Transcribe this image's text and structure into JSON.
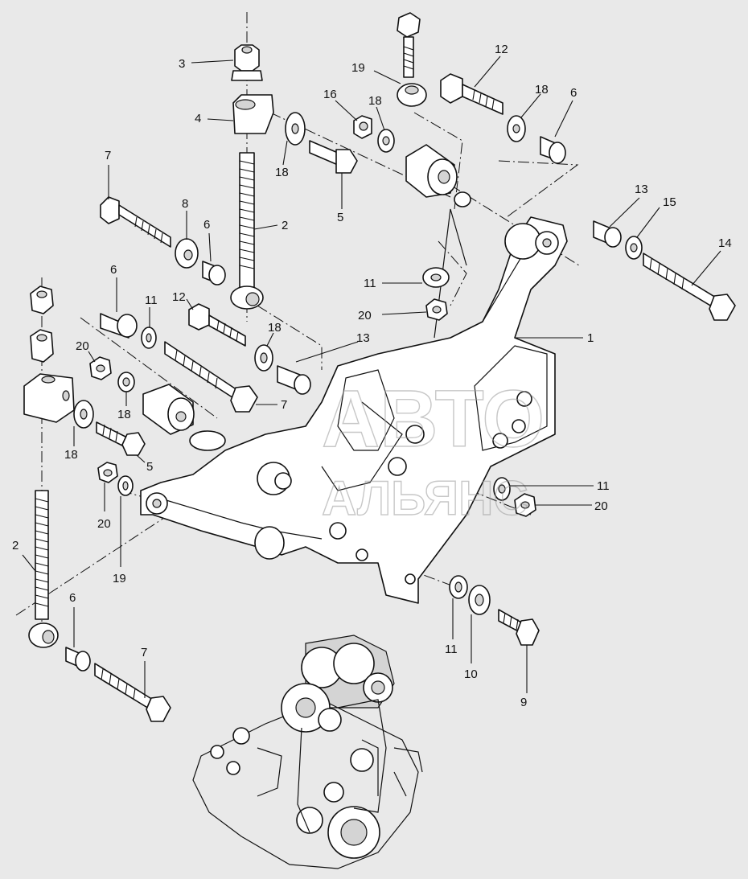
{
  "diagram": {
    "callouts": [
      {
        "id": "c1",
        "label": "1"
      },
      {
        "id": "c2a",
        "label": "2"
      },
      {
        "id": "c2b",
        "label": "2"
      },
      {
        "id": "c3",
        "label": "3"
      },
      {
        "id": "c4",
        "label": "4"
      },
      {
        "id": "c5a",
        "label": "5"
      },
      {
        "id": "c5b",
        "label": "5"
      },
      {
        "id": "c6a",
        "label": "6"
      },
      {
        "id": "c6b",
        "label": "6"
      },
      {
        "id": "c6c",
        "label": "6"
      },
      {
        "id": "c6d",
        "label": "6"
      },
      {
        "id": "c7a",
        "label": "7"
      },
      {
        "id": "c7b",
        "label": "7"
      },
      {
        "id": "c7c",
        "label": "7"
      },
      {
        "id": "c8",
        "label": "8"
      },
      {
        "id": "c9",
        "label": "9"
      },
      {
        "id": "c10",
        "label": "10"
      },
      {
        "id": "c11a",
        "label": "11"
      },
      {
        "id": "c11b",
        "label": "11"
      },
      {
        "id": "c11c",
        "label": "11"
      },
      {
        "id": "c11d",
        "label": "11"
      },
      {
        "id": "c12a",
        "label": "12"
      },
      {
        "id": "c12b",
        "label": "12"
      },
      {
        "id": "c13a",
        "label": "13"
      },
      {
        "id": "c13b",
        "label": "13"
      },
      {
        "id": "c14",
        "label": "14"
      },
      {
        "id": "c15",
        "label": "15"
      },
      {
        "id": "c16",
        "label": "16"
      },
      {
        "id": "c18a",
        "label": "18"
      },
      {
        "id": "c18b",
        "label": "18"
      },
      {
        "id": "c18c",
        "label": "18"
      },
      {
        "id": "c18d",
        "label": "18"
      },
      {
        "id": "c18e",
        "label": "18"
      },
      {
        "id": "c18f",
        "label": "18"
      },
      {
        "id": "c19a",
        "label": "19"
      },
      {
        "id": "c19b",
        "label": "19"
      },
      {
        "id": "c20a",
        "label": "20"
      },
      {
        "id": "c20b",
        "label": "20"
      },
      {
        "id": "c20c",
        "label": "20"
      },
      {
        "id": "c20d",
        "label": "20"
      }
    ]
  },
  "watermark": {
    "line1": "АВТО",
    "line2": "АЛЬЯНС"
  }
}
